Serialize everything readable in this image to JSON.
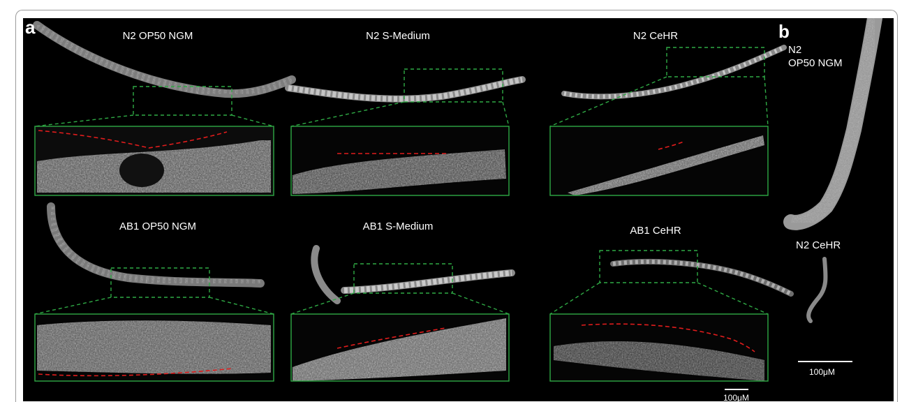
{
  "panel_letters": {
    "a": "a",
    "b": "b"
  },
  "panels": [
    {
      "label": "N2 OP50 NGM"
    },
    {
      "label": "N2 S-Medium"
    },
    {
      "label": "N2 CeHR"
    },
    {
      "label": "AB1 OP50 NGM"
    },
    {
      "label": "AB1 S-Medium"
    },
    {
      "label": "AB1 CeHR"
    }
  ],
  "panel_b": {
    "label_top_line1": "N2",
    "label_top_line2": "OP50 NGM",
    "label_bottom": "N2 CeHR",
    "scale_bar": "100μM"
  },
  "panel_a_scale_bar": "100μM",
  "colors": {
    "inset_box": "#2faa45",
    "trace": "#e01c1c",
    "background": "#000000"
  }
}
